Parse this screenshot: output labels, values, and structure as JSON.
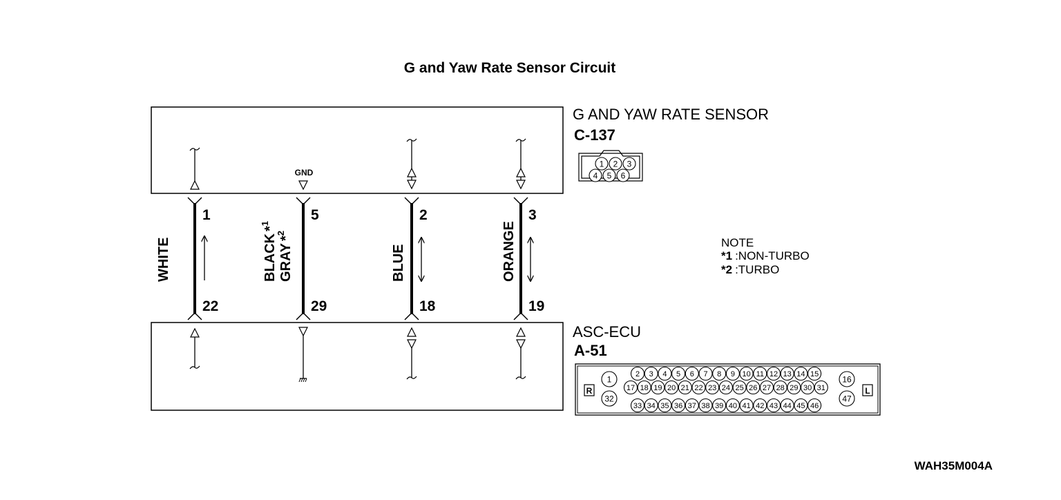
{
  "title": "G and Yaw Rate Sensor Circuit",
  "sensor": {
    "name": "G AND YAW RATE SENSOR",
    "connector": "C-137",
    "pins_row1": [
      "1",
      "2",
      "3"
    ],
    "pins_row2": [
      "4",
      "5",
      "6"
    ],
    "gnd_label": "GND"
  },
  "ecu": {
    "name": "ASC-ECU",
    "connector": "A-51",
    "left_tag": "R",
    "right_tag": "L",
    "left_pins": [
      "1",
      "32"
    ],
    "right_pins": [
      "16",
      "47"
    ],
    "row1": [
      "2",
      "3",
      "4",
      "5",
      "6",
      "7",
      "8",
      "9",
      "10",
      "11",
      "12",
      "13",
      "14",
      "15"
    ],
    "row2": [
      "17",
      "18",
      "19",
      "20",
      "21",
      "22",
      "23",
      "24",
      "25",
      "26",
      "27",
      "28",
      "29",
      "30",
      "31"
    ],
    "row3": [
      "33",
      "34",
      "35",
      "36",
      "37",
      "38",
      "39",
      "40",
      "41",
      "42",
      "43",
      "44",
      "45",
      "46"
    ]
  },
  "wires": [
    {
      "color": "WHITE",
      "top_pin": "1",
      "bottom_pin": "22",
      "dir": "up"
    },
    {
      "color": "BLACK",
      "mark1": "*",
      "sup1": "1",
      "color2": "GRAY",
      "mark2": "*",
      "sup2": "2",
      "top_pin": "5",
      "bottom_pin": "29",
      "dir": "none"
    },
    {
      "color": "BLUE",
      "top_pin": "2",
      "bottom_pin": "18",
      "dir": "both"
    },
    {
      "color": "ORANGE",
      "top_pin": "3",
      "bottom_pin": "19",
      "dir": "both"
    }
  ],
  "note": {
    "heading": "NOTE",
    "items": [
      {
        "mark": "*1",
        "text": ":NON-TURBO"
      },
      {
        "mark": "*2",
        "text": ":TURBO"
      }
    ]
  },
  "diagram_code": "WAH35M004A"
}
